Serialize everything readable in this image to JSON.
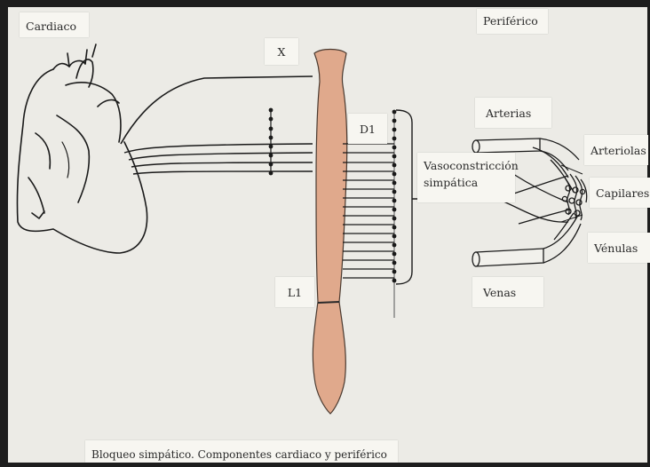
{
  "labels": {
    "cardiaco": "Cardiaco",
    "periferico": "Periférico",
    "x": "X",
    "d1": "D1",
    "arterias": "Arterias",
    "vasoconstriccion": "Vasoconstricción simpática",
    "arteriolas": "Arteriolas",
    "capilares": "Capilares",
    "venulas": "Vénulas",
    "l1": "L1",
    "venas": "Venas",
    "caption": "Bloqueo simpático. Componentes cardiaco y periférico"
  },
  "colors": {
    "paper": "#ecebe6",
    "spinal_cord": "#e0a98c",
    "ink": "#1a1a1a",
    "card": "#f7f6f1"
  },
  "icons": {
    "heart": "heart-drawing",
    "spinal_cord": "spinal-cord-drawing",
    "vessels": "vascular-bed-drawing"
  }
}
